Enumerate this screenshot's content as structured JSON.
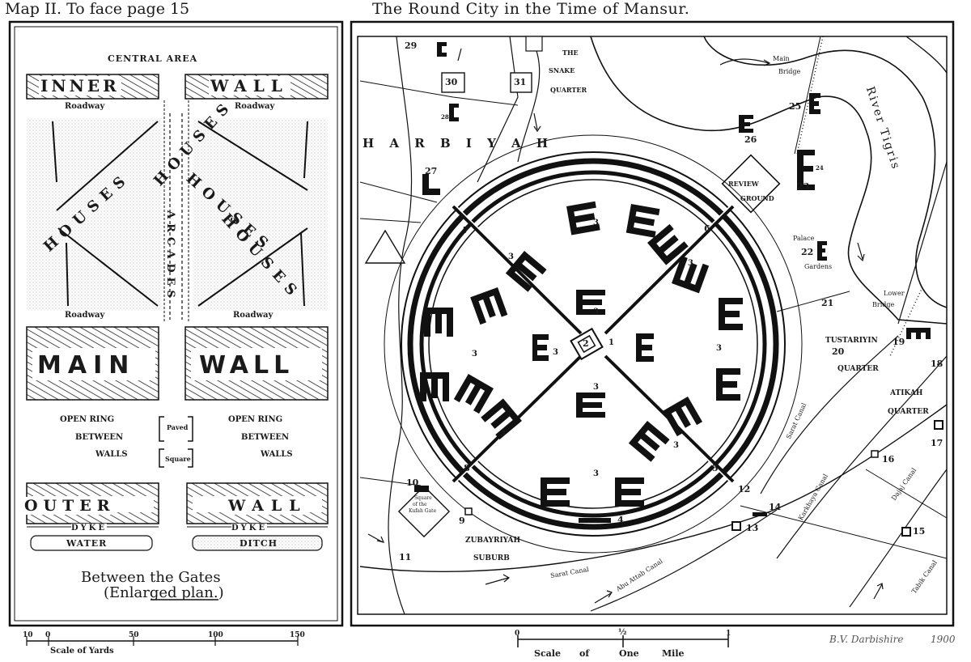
{
  "header": {
    "map_ref": "Map II. To face page 15",
    "title": "The Round City in the Time of Mansur."
  },
  "inset": {
    "central_area": "CENTRAL    AREA",
    "inner_wall_left": "INNER",
    "inner_wall_right": "WALL",
    "roadway": "Roadway",
    "arcades": "ARCADES",
    "houses": "HOUSES",
    "main": "MAIN",
    "wall": "WALL",
    "open_ring": "OPEN RING",
    "between": "BETWEEN",
    "walls": "WALLS",
    "paved": "Paved",
    "square": "Square",
    "outer": "OUTER",
    "dyke": "DYKE",
    "water": "WATER",
    "ditch": "DITCH",
    "caption_1": "Between the Gates",
    "caption_2": "(Enlarged plan.)",
    "scale_label": "Scale of Yards",
    "scale_ticks": [
      "10",
      "0",
      "50",
      "100",
      "150"
    ]
  },
  "map": {
    "harbiyah": "H A R B I Y A H",
    "snake_quarter": [
      "THE",
      "SNAKE",
      "QUARTER"
    ],
    "review_ground": [
      "REVIEW",
      "GROUND"
    ],
    "river_tigris": "River Tigris",
    "main_bridge": [
      "Main",
      "Bridge"
    ],
    "lower_bridge": [
      "Lower",
      "Bridge"
    ],
    "palace_gardens": [
      "Palace",
      "Gardens"
    ],
    "tustariyin": [
      "TUSTARIYIN",
      "QUARTER"
    ],
    "atikah": [
      "ATIKAH",
      "QUARTER"
    ],
    "zubayriyah": [
      "ZUBAYRIYAH",
      "SUBURB"
    ],
    "kufah_square": [
      "Square",
      "of the",
      "Kufah Gate"
    ],
    "canals": {
      "sarat": "Sarat Canal",
      "abu_attab": "Abu Attab Canal",
      "karkhaya": "Karkhaya Canal",
      "dajaj": "Dajaj Canal",
      "tabik": "Tabik Canal",
      "sarat2": "Sarat Canal"
    },
    "numbers": [
      "29",
      "30",
      "31",
      "28",
      "27",
      "26",
      "25",
      "24",
      "23",
      "22",
      "21",
      "20",
      "19",
      "18",
      "17",
      "16",
      "15",
      "14",
      "13",
      "12",
      "11",
      "10",
      "9",
      "8",
      "7",
      "6",
      "5",
      "4",
      "2",
      "1"
    ],
    "quarter_mark": "3",
    "scale_label": [
      "Scale",
      "of",
      "One",
      "Mile"
    ],
    "scale_ticks": [
      "0",
      "½",
      "1"
    ],
    "signature": "B.V. Darbishire",
    "year": "1900"
  }
}
